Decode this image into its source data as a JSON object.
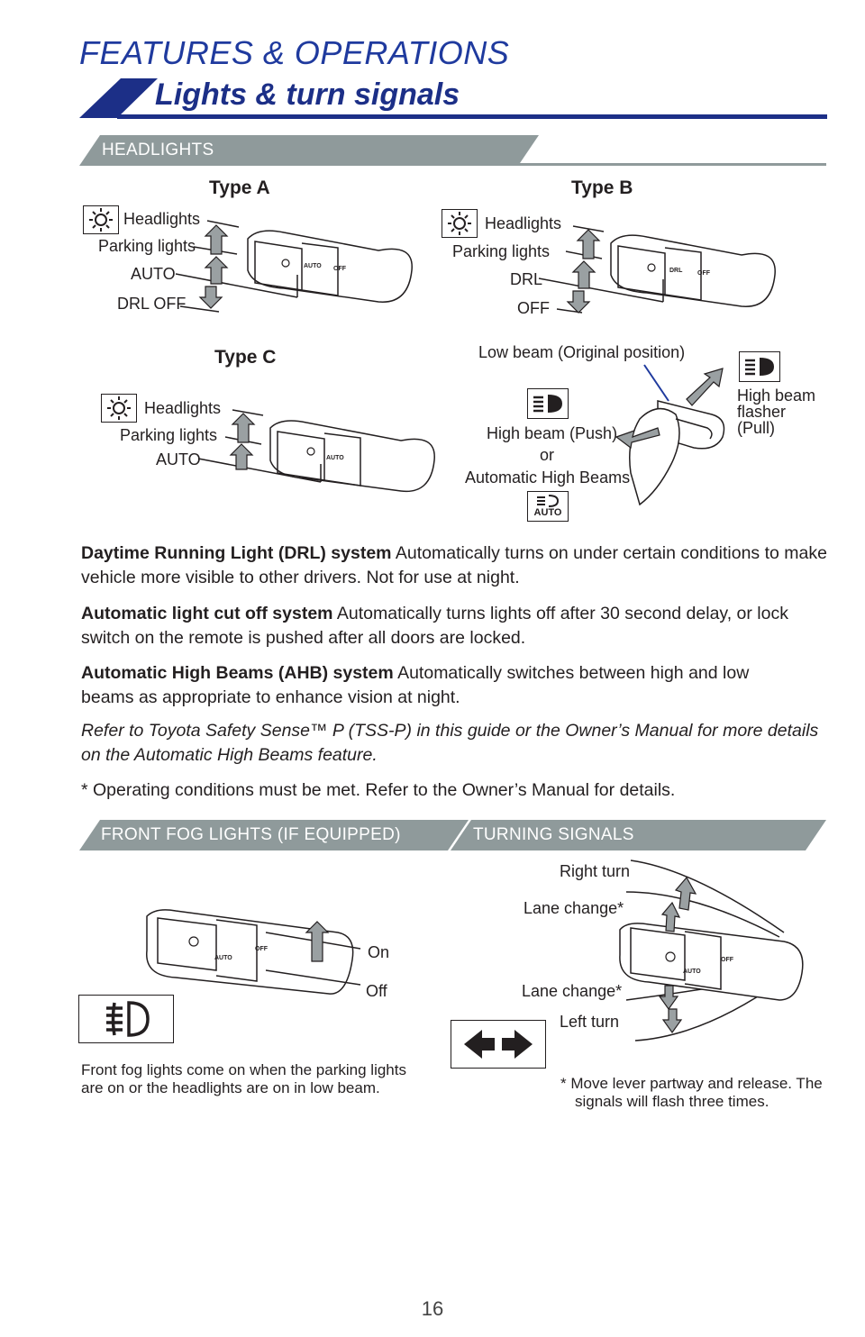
{
  "header": {
    "section": "FEATURES & OPERATIONS",
    "title": "Lights & turn signals"
  },
  "headlights": {
    "band": "HEADLIGHTS",
    "type_a": {
      "name": "Type A",
      "labels": [
        "Headlights",
        "Parking lights",
        "AUTO",
        "DRL OFF"
      ]
    },
    "type_b": {
      "name": "Type B",
      "labels": [
        "Headlights",
        "Parking lights",
        "DRL",
        "OFF"
      ]
    },
    "type_c": {
      "name": "Type C",
      "labels": [
        "Headlights",
        "Parking lights",
        "AUTO"
      ]
    },
    "beam": {
      "low_beam": "Low beam (Original position)",
      "high_beam_flasher": [
        "High beam",
        "flasher",
        "(Pull)"
      ],
      "high_beam_push": "High beam (Push)",
      "or": "or",
      "ahb": "Automatic High Beams*",
      "auto_icon_text": "AUTO"
    }
  },
  "descriptions": {
    "drl_bold": "Daytime Running Light (DRL) system",
    "drl_text": " Automatically turns on under certain conditions to make vehicle more visible to other drivers. Not for use at night.",
    "cutoff_bold": "Automatic light cut off system",
    "cutoff_text": " Automatically turns lights off after 30 second delay, or lock switch on the remote is pushed after all doors are locked.",
    "ahb_bold": "Automatic High Beams (AHB) system",
    "ahb_text": " Automatically switches between high and low beams as appropriate to enhance vision at night.",
    "refer": "Refer to Toyota Safety Sense™ P (TSS-P) in this guide or the Owner’s Manual for more details on the Automatic High Beams feature.",
    "operating": "* Operating conditions must be met. Refer to the Owner’s Manual for details."
  },
  "fog": {
    "band": "FRONT FOG LIGHTS (IF EQUIPPED)",
    "on": "On",
    "off": "Off",
    "note": "Front fog lights come on when the parking lights are on or the headlights are on in low beam."
  },
  "turn": {
    "band": "TURNING SIGNALS",
    "right_turn": "Right turn",
    "lane_change_up": "Lane change*",
    "lane_change_down": "Lane change*",
    "left_turn": "Left turn",
    "note": "* Move lever partway and release. The signals will flash three times."
  },
  "lever_text": {
    "auto": "AUTO",
    "off": "OFF",
    "drl": "DRL"
  },
  "footer": {
    "page": "16"
  },
  "colors": {
    "blue": "#1f3a9e",
    "band_gray": "#8f9a9b",
    "arrow_gray": "#9aa0a2"
  }
}
